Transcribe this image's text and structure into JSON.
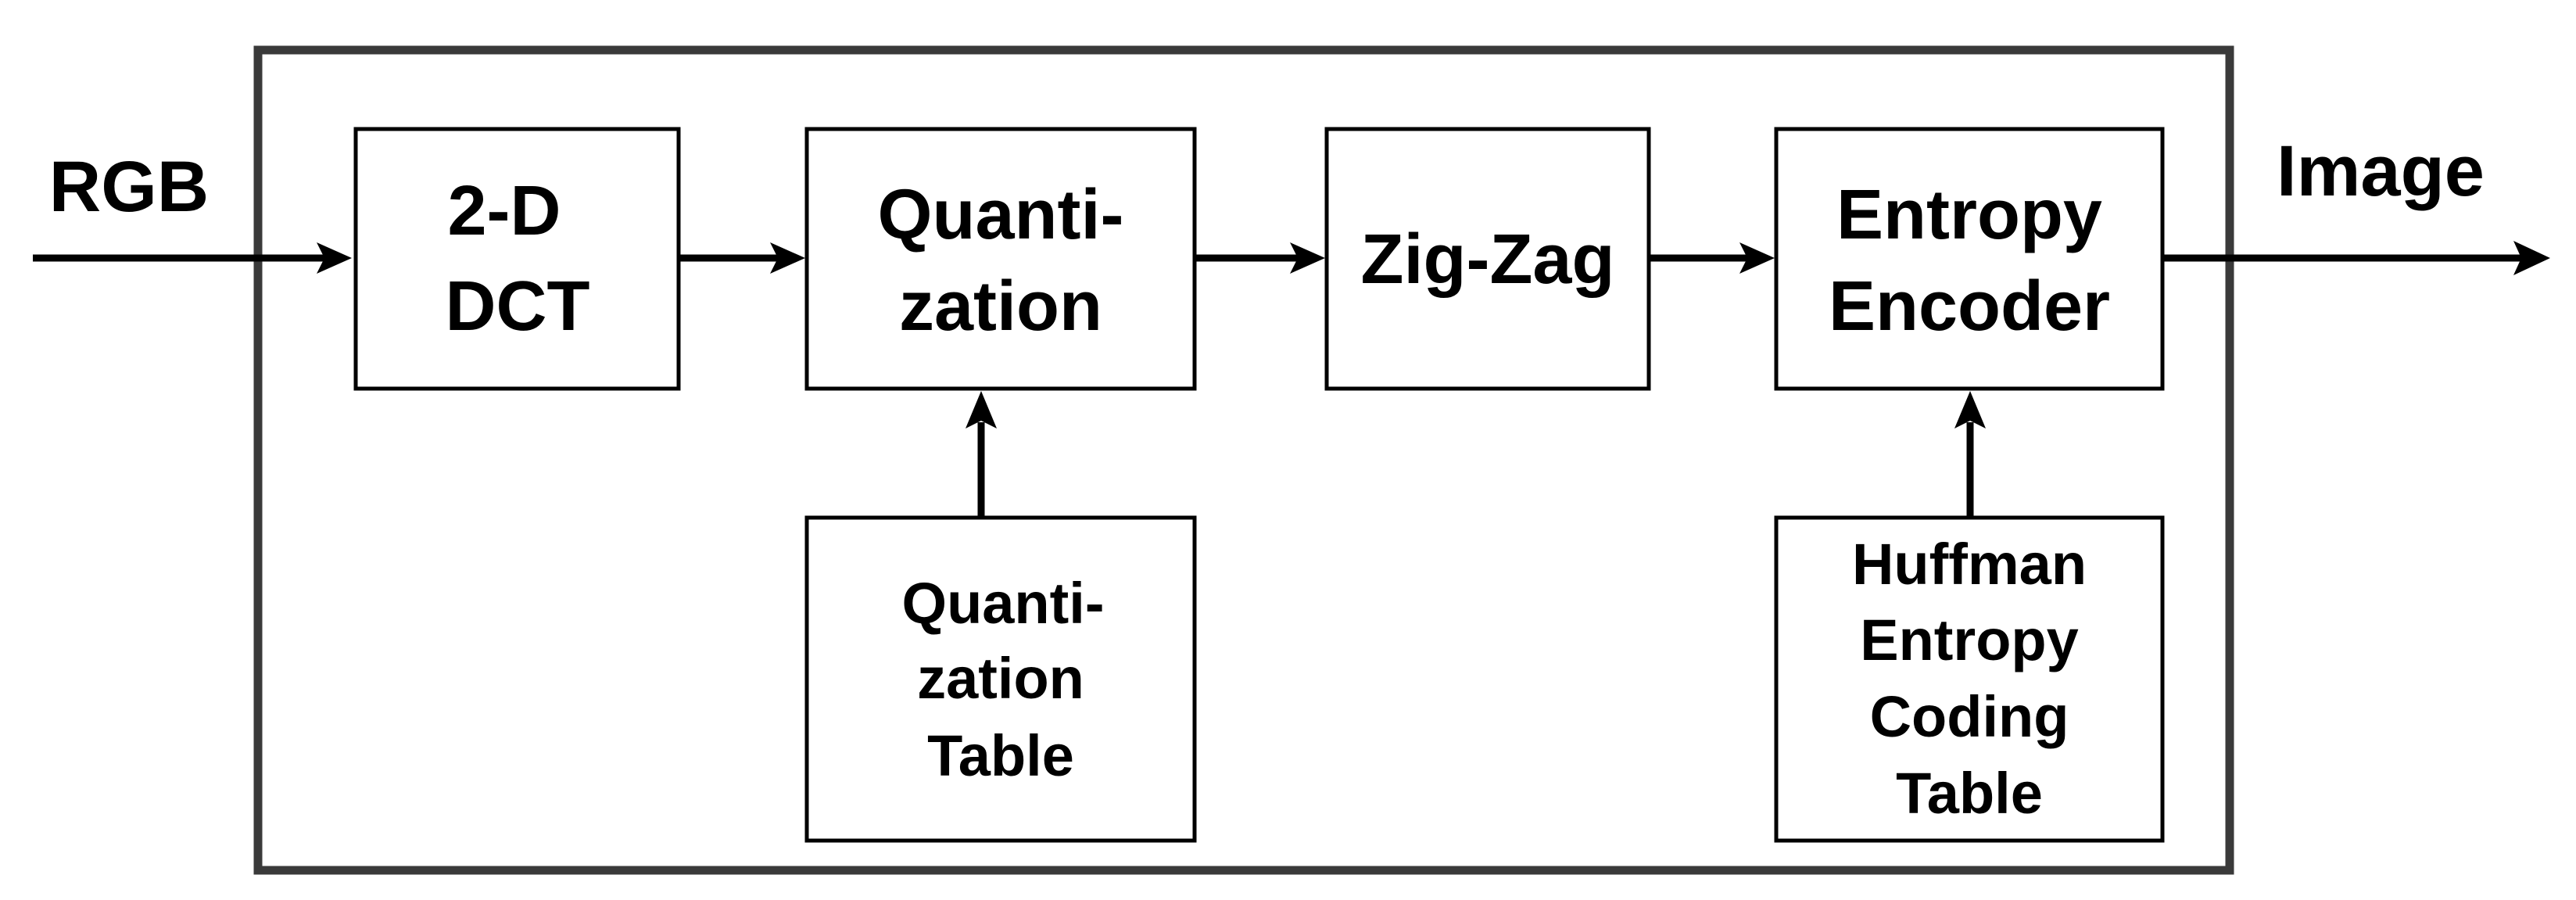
{
  "input_label": "RGB",
  "output_label": "Image",
  "stages": [
    {
      "id": "dct",
      "lines": [
        "2-D",
        "DCT"
      ]
    },
    {
      "id": "quantization",
      "lines": [
        "Quanti-",
        "zation"
      ]
    },
    {
      "id": "zigzag",
      "lines": [
        "Zig-Zag"
      ]
    },
    {
      "id": "entropy-encoder",
      "lines": [
        "Entropy",
        "Encoder"
      ]
    }
  ],
  "tables": [
    {
      "id": "quantization-table",
      "feeds": "quantization",
      "lines": [
        "Quanti-",
        "zation",
        "Table"
      ]
    },
    {
      "id": "huffman-table",
      "feeds": "entropy-encoder",
      "lines": [
        "Huffman",
        "Entropy",
        "Coding",
        "Table"
      ]
    }
  ],
  "colors": {
    "frame": "#3a3a3a",
    "box_stroke": "#000000",
    "arrow": "#000000",
    "text": "#000000",
    "background": "#ffffff"
  }
}
